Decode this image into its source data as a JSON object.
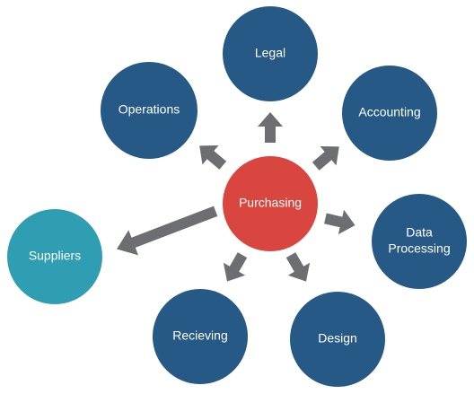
{
  "colors": {
    "center": "#d9463f",
    "department": "#265985",
    "external": "#2f9eb2",
    "arrow": "#6d6e71",
    "label": "#ffffff"
  },
  "center": {
    "label": "Purchasing"
  },
  "nodes": {
    "legal": {
      "label": "Legal"
    },
    "operations": {
      "label": "Operations"
    },
    "accounting": {
      "label": "Accounting"
    },
    "data_processing": {
      "line1": "Data",
      "line2": "Processing"
    },
    "suppliers": {
      "label": "Suppliers"
    },
    "receiving": {
      "label": "Recieving"
    },
    "design": {
      "label": "Design"
    }
  }
}
